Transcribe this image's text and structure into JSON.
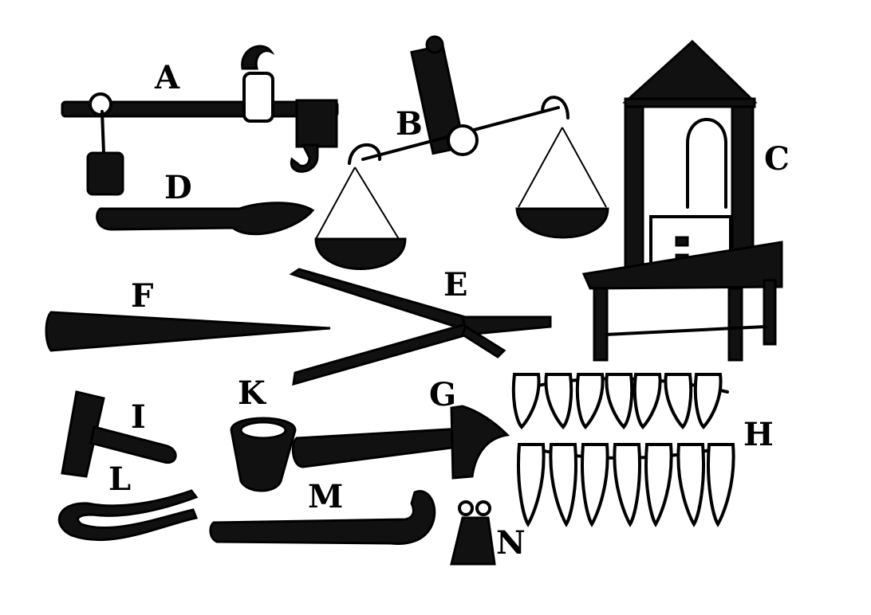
{
  "labels": {
    "a": "A",
    "b": "B",
    "c": "C",
    "d": "D",
    "e": "E",
    "f": "F",
    "g": "G",
    "h": "H",
    "i": "I",
    "k": "K",
    "l": "L",
    "m": "M",
    "n": "N"
  },
  "colors": {
    "ink": "#000000",
    "paper": "#ffffff"
  }
}
